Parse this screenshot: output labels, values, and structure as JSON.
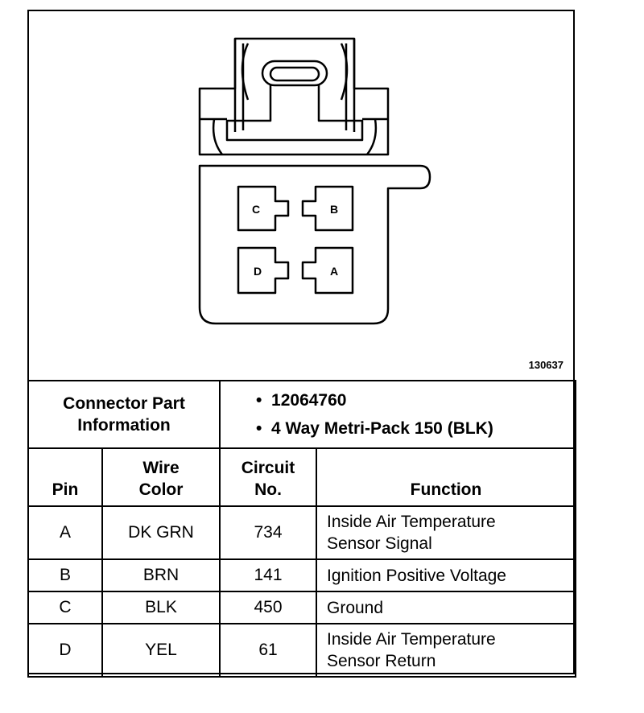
{
  "figure": {
    "number": "130637",
    "cavities": [
      "A",
      "B",
      "C",
      "D"
    ]
  },
  "connector_info": {
    "label_line1": "Connector Part",
    "label_line2": "Information",
    "bullets": [
      "12064760",
      "4 Way Metri-Pack 150 (BLK)"
    ]
  },
  "table": {
    "headers": {
      "pin": "Pin",
      "wire_line1": "Wire",
      "wire_line2": "Color",
      "circuit_line1": "Circuit",
      "circuit_line2": "No.",
      "function": "Function"
    },
    "rows": [
      {
        "pin": "A",
        "color": "DK GRN",
        "circuit": "734",
        "function_line1": "Inside Air Temperature",
        "function_line2": "Sensor Signal"
      },
      {
        "pin": "B",
        "color": "BRN",
        "circuit": "141",
        "function_line1": "Ignition Positive Voltage",
        "function_line2": ""
      },
      {
        "pin": "C",
        "color": "BLK",
        "circuit": "450",
        "function_line1": "Ground",
        "function_line2": ""
      },
      {
        "pin": "D",
        "color": "YEL",
        "circuit": "61",
        "function_line1": "Inside Air Temperature",
        "function_line2": "Sensor Return"
      }
    ]
  }
}
